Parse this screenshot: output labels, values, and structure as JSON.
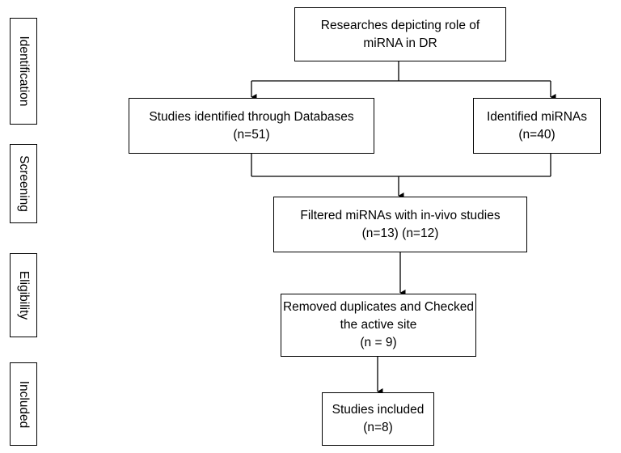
{
  "phases": [
    "Identification",
    "Screening",
    "Eligibility",
    "Included"
  ],
  "boxes": {
    "researches": [
      "Researches depicting role of",
      "miRNA in DR"
    ],
    "databases": [
      "Studies identified through Databases",
      "(n=51)"
    ],
    "mirnas": [
      "Identified miRNAs",
      "(n=40)"
    ],
    "filtered": [
      "Filtered miRNAs with in-vivo studies",
      "(n=13) (n=12)"
    ],
    "removed": [
      "Removed duplicates and Checked",
      "the active site",
      "(n = 9)"
    ],
    "included": [
      "Studies included",
      "(n=8)"
    ]
  }
}
